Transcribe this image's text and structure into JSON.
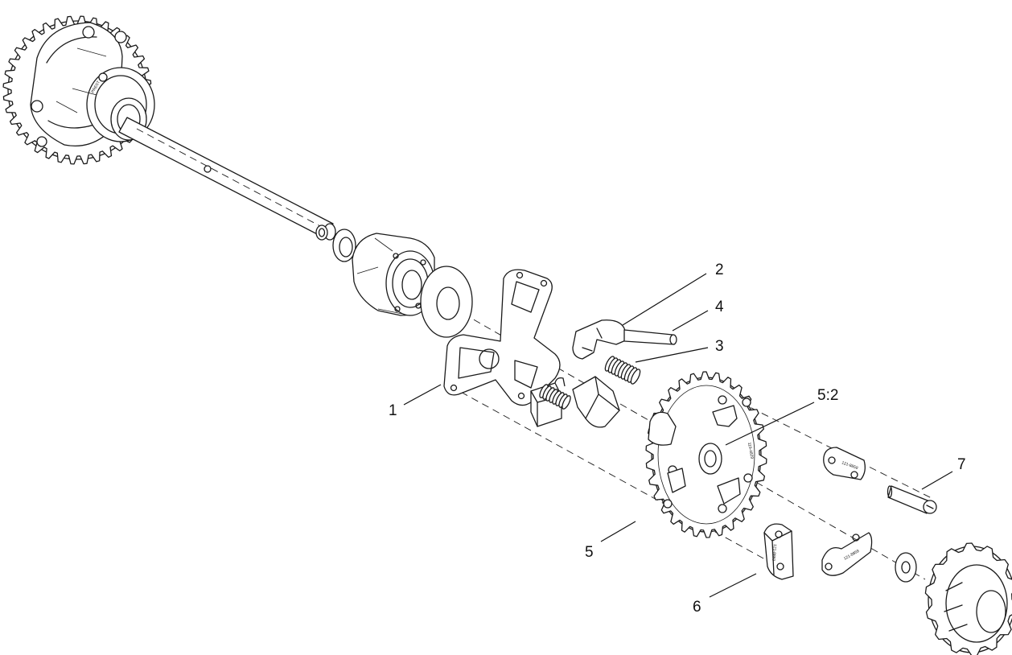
{
  "callouts": {
    "c1": "1",
    "c2": "2",
    "c3": "3",
    "c4": "4",
    "c5": "5",
    "c5b": "5:2",
    "c6": "6",
    "c7": "7"
  },
  "colors": {
    "line": "#1a1a1a",
    "background": "#ffffff"
  }
}
